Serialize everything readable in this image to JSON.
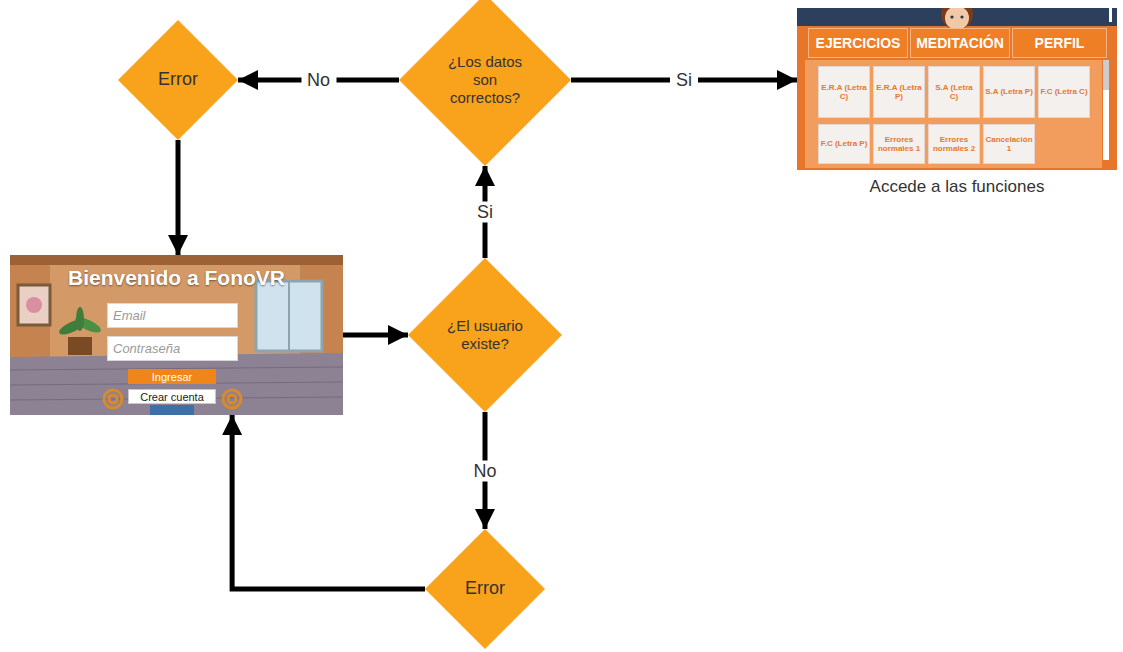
{
  "diagram": {
    "nodes": [
      {
        "text": [
          "Error"
        ]
      },
      {
        "text": [
          "¿Los datos son correctos?"
        ]
      },
      {
        "text": [
          "EJERCICIOS",
          "MEDITACIÓN",
          "PERFIL",
          "E.R.A (Letra C)",
          "E.R.A (Letra P)",
          "S.A (Letra C)",
          "S.A (Letra P)",
          "F.C (Letra C)",
          "F.C (Letra P)",
          "Errores normales 1",
          "Errores normales 2",
          "Cancelación 1",
          "Accede a las funciones"
        ]
      },
      {
        "text": [
          "Bienvenido a FonoVR",
          "Email",
          "Contraseña",
          "Ingresar",
          "Crear cuenta"
        ]
      },
      {
        "text": [
          "¿El usuario existe?"
        ]
      },
      {
        "text": [
          "Error"
        ]
      }
    ],
    "edges": [
      {
        "from": 3,
        "to": 4,
        "arrow": "to"
      },
      {
        "from": 4,
        "to": 1,
        "label": "Si",
        "arrow": "to"
      },
      {
        "from": 4,
        "to": 5,
        "label": "No",
        "arrow": "to"
      },
      {
        "from": 5,
        "to": 3,
        "arrow": "to"
      },
      {
        "from": 1,
        "to": 0,
        "label": "No",
        "arrow": "to"
      },
      {
        "from": 1,
        "to": 2,
        "label": "Si",
        "arrow": "to"
      },
      {
        "from": 0,
        "to": 3,
        "arrow": "to"
      }
    ]
  }
}
